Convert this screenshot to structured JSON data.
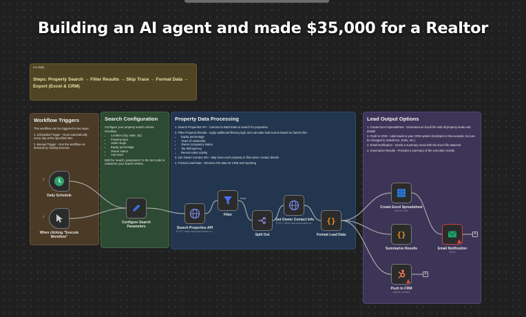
{
  "headline": "Building an AI agent and made $35,000 for a Realtor",
  "intro": {
    "tiny": "run daily.",
    "steps": "Steps: Property Search → Filter Results → Skip Trace → Format Data → Export (Excel & CRM)"
  },
  "triggers_note": {
    "title": "Workflow Triggers",
    "lead": "This workflow can be triggered in two ways:",
    "item1": "1. Scheduled Trigger - Runs automatically every day at the specified time",
    "item2": "2. Manual Trigger - Run the workflow on-demand by clicking Execute"
  },
  "search_note": {
    "title": "Search Configuration",
    "lead": "Configure your property search criteria including:",
    "bullets": [
      "Location (city, state, zip)",
      "Property type",
      "Value range",
      "Equity percentage",
      "Owner status",
      "And more"
    ],
    "tail": "Edit the 'search_parameters' in the Set node to customize your search criteria."
  },
  "data_note": {
    "title": "Property Data Processing",
    "item1": "1. Search Properties API - Connect to BatchData to search for properties",
    "item2": "2. Filter Property Results - Apply additional filtering logic and calculate lead scores based on factors like:",
    "bullets": [
      "Equity percentage",
      "Years of ownership",
      "Owner occupancy status",
      "Tax delinquency",
      "Recent sales activity"
    ],
    "item3": "3. Get Owner Contact Info - Skip trace each property to find owner contact details",
    "item4": "4. Format Lead Data - Structure the data for CRM and reporting"
  },
  "lead_note": {
    "title": "Lead Output Options",
    "item1": "1. Create Excel Spreadsheet - Generates an Excel file with all property leads and details",
    "item2": "2. Push to CRM - Adds leads to your CRM system (HubSpot in this example, but can be changed to Salesforce, Zoho, etc.)",
    "item3": "3. Email Notification - Sends a summary email with the Excel file attached",
    "item4": "4. Summarize Results - Provides a summary of the execution results"
  },
  "nodes": {
    "daily_schedule": "Daily Schedule",
    "manual_trigger": "When clicking \"Execute Workflow\"",
    "configure": "Configure Search Parameters",
    "search_api": "Search Properties API",
    "search_api_sub": "POST: https://api.batchdata.co...",
    "filter": "Filter",
    "filter_branch": "Kept",
    "split_out": "Split Out",
    "owner_contact": "Get Owner Contact Info",
    "owner_contact_sub": "POST: https://api.batchdata.co...",
    "format_lead": "Format Lead Data",
    "excel": "Create Excel Spreadsheet",
    "excel_sub": "items to file",
    "summarize": "Summarize Results",
    "email": "Email Notification",
    "email_sub": "Send",
    "crm": "Push to CRM",
    "crm_sub": "upsert: contact"
  },
  "colors": {
    "trigger_note": "#4a3a26",
    "search_note": "#2d4a32",
    "data_note": "#223650",
    "lead_note": "#3d3558",
    "intro_note": "#4f4524",
    "wire": "#a8a8a8",
    "schedule_icon": "#2fa36b",
    "configure_icon": "#3b6fe0",
    "http_icon": "#7b8cf0",
    "filter_icon": "#4d6ff0",
    "split_icon": "#a68cf0",
    "code_icon": "#f0902a",
    "excel_icon": "#2e7bd6",
    "email_icon": "#1fa06a",
    "hubspot_icon": "#ff7a59"
  }
}
